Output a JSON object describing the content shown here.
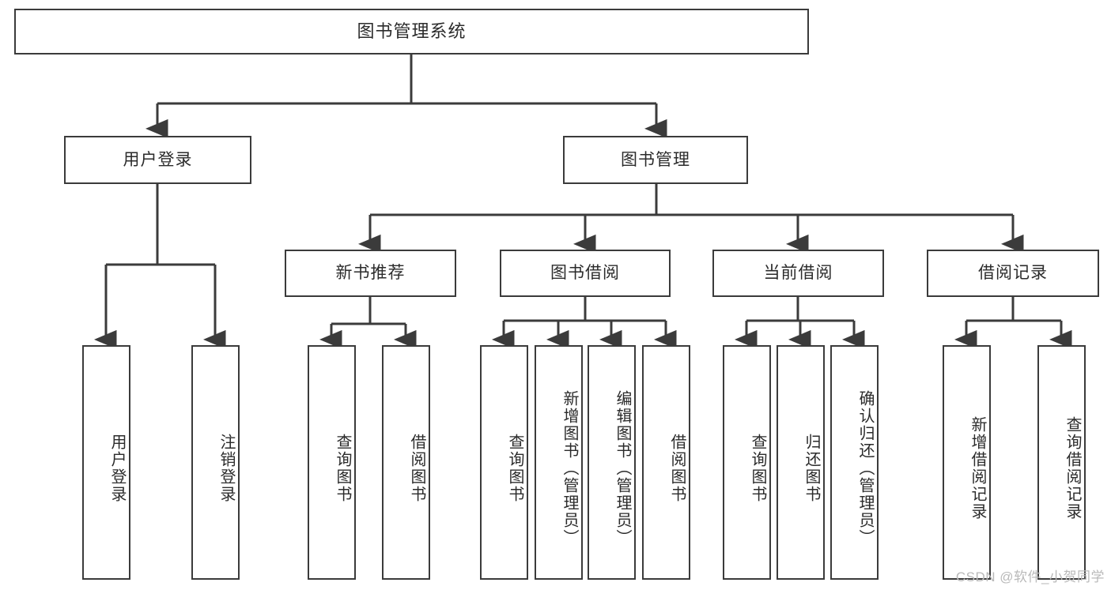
{
  "diagram": {
    "title": "图书管理系统",
    "type": "tree-hierarchy-chart",
    "root": {
      "label": "图书管理系统"
    },
    "level2": [
      {
        "label": "用户登录"
      },
      {
        "label": "图书管理"
      }
    ],
    "level3": [
      {
        "label": "新书推荐"
      },
      {
        "label": "图书借阅"
      },
      {
        "label": "当前借阅"
      },
      {
        "label": "借阅记录"
      }
    ],
    "leaves": {
      "user_login": [
        {
          "label": "用户登录"
        },
        {
          "label": "注销登录"
        }
      ],
      "new_book_recommend": [
        {
          "label": "查询图书"
        },
        {
          "label": "借阅图书"
        }
      ],
      "book_borrow": [
        {
          "label": "查询图书"
        },
        {
          "label": "新增图书（管理员）"
        },
        {
          "label": "编辑图书（管理员）"
        },
        {
          "label": "借阅图书"
        }
      ],
      "current_borrow": [
        {
          "label": "查询图书"
        },
        {
          "label": "归还图书"
        },
        {
          "label": "确认归还（管理员）"
        }
      ],
      "borrow_record": [
        {
          "label": "新增借阅记录"
        },
        {
          "label": "查询借阅记录"
        }
      ]
    }
  },
  "watermark": {
    "text": "CSDN @软件_小贺同学"
  },
  "colors": {
    "stroke": "#3b3b3b",
    "fill": "#ffffff",
    "text": "#2b2b2b",
    "watermark": "#b9b9b9"
  }
}
